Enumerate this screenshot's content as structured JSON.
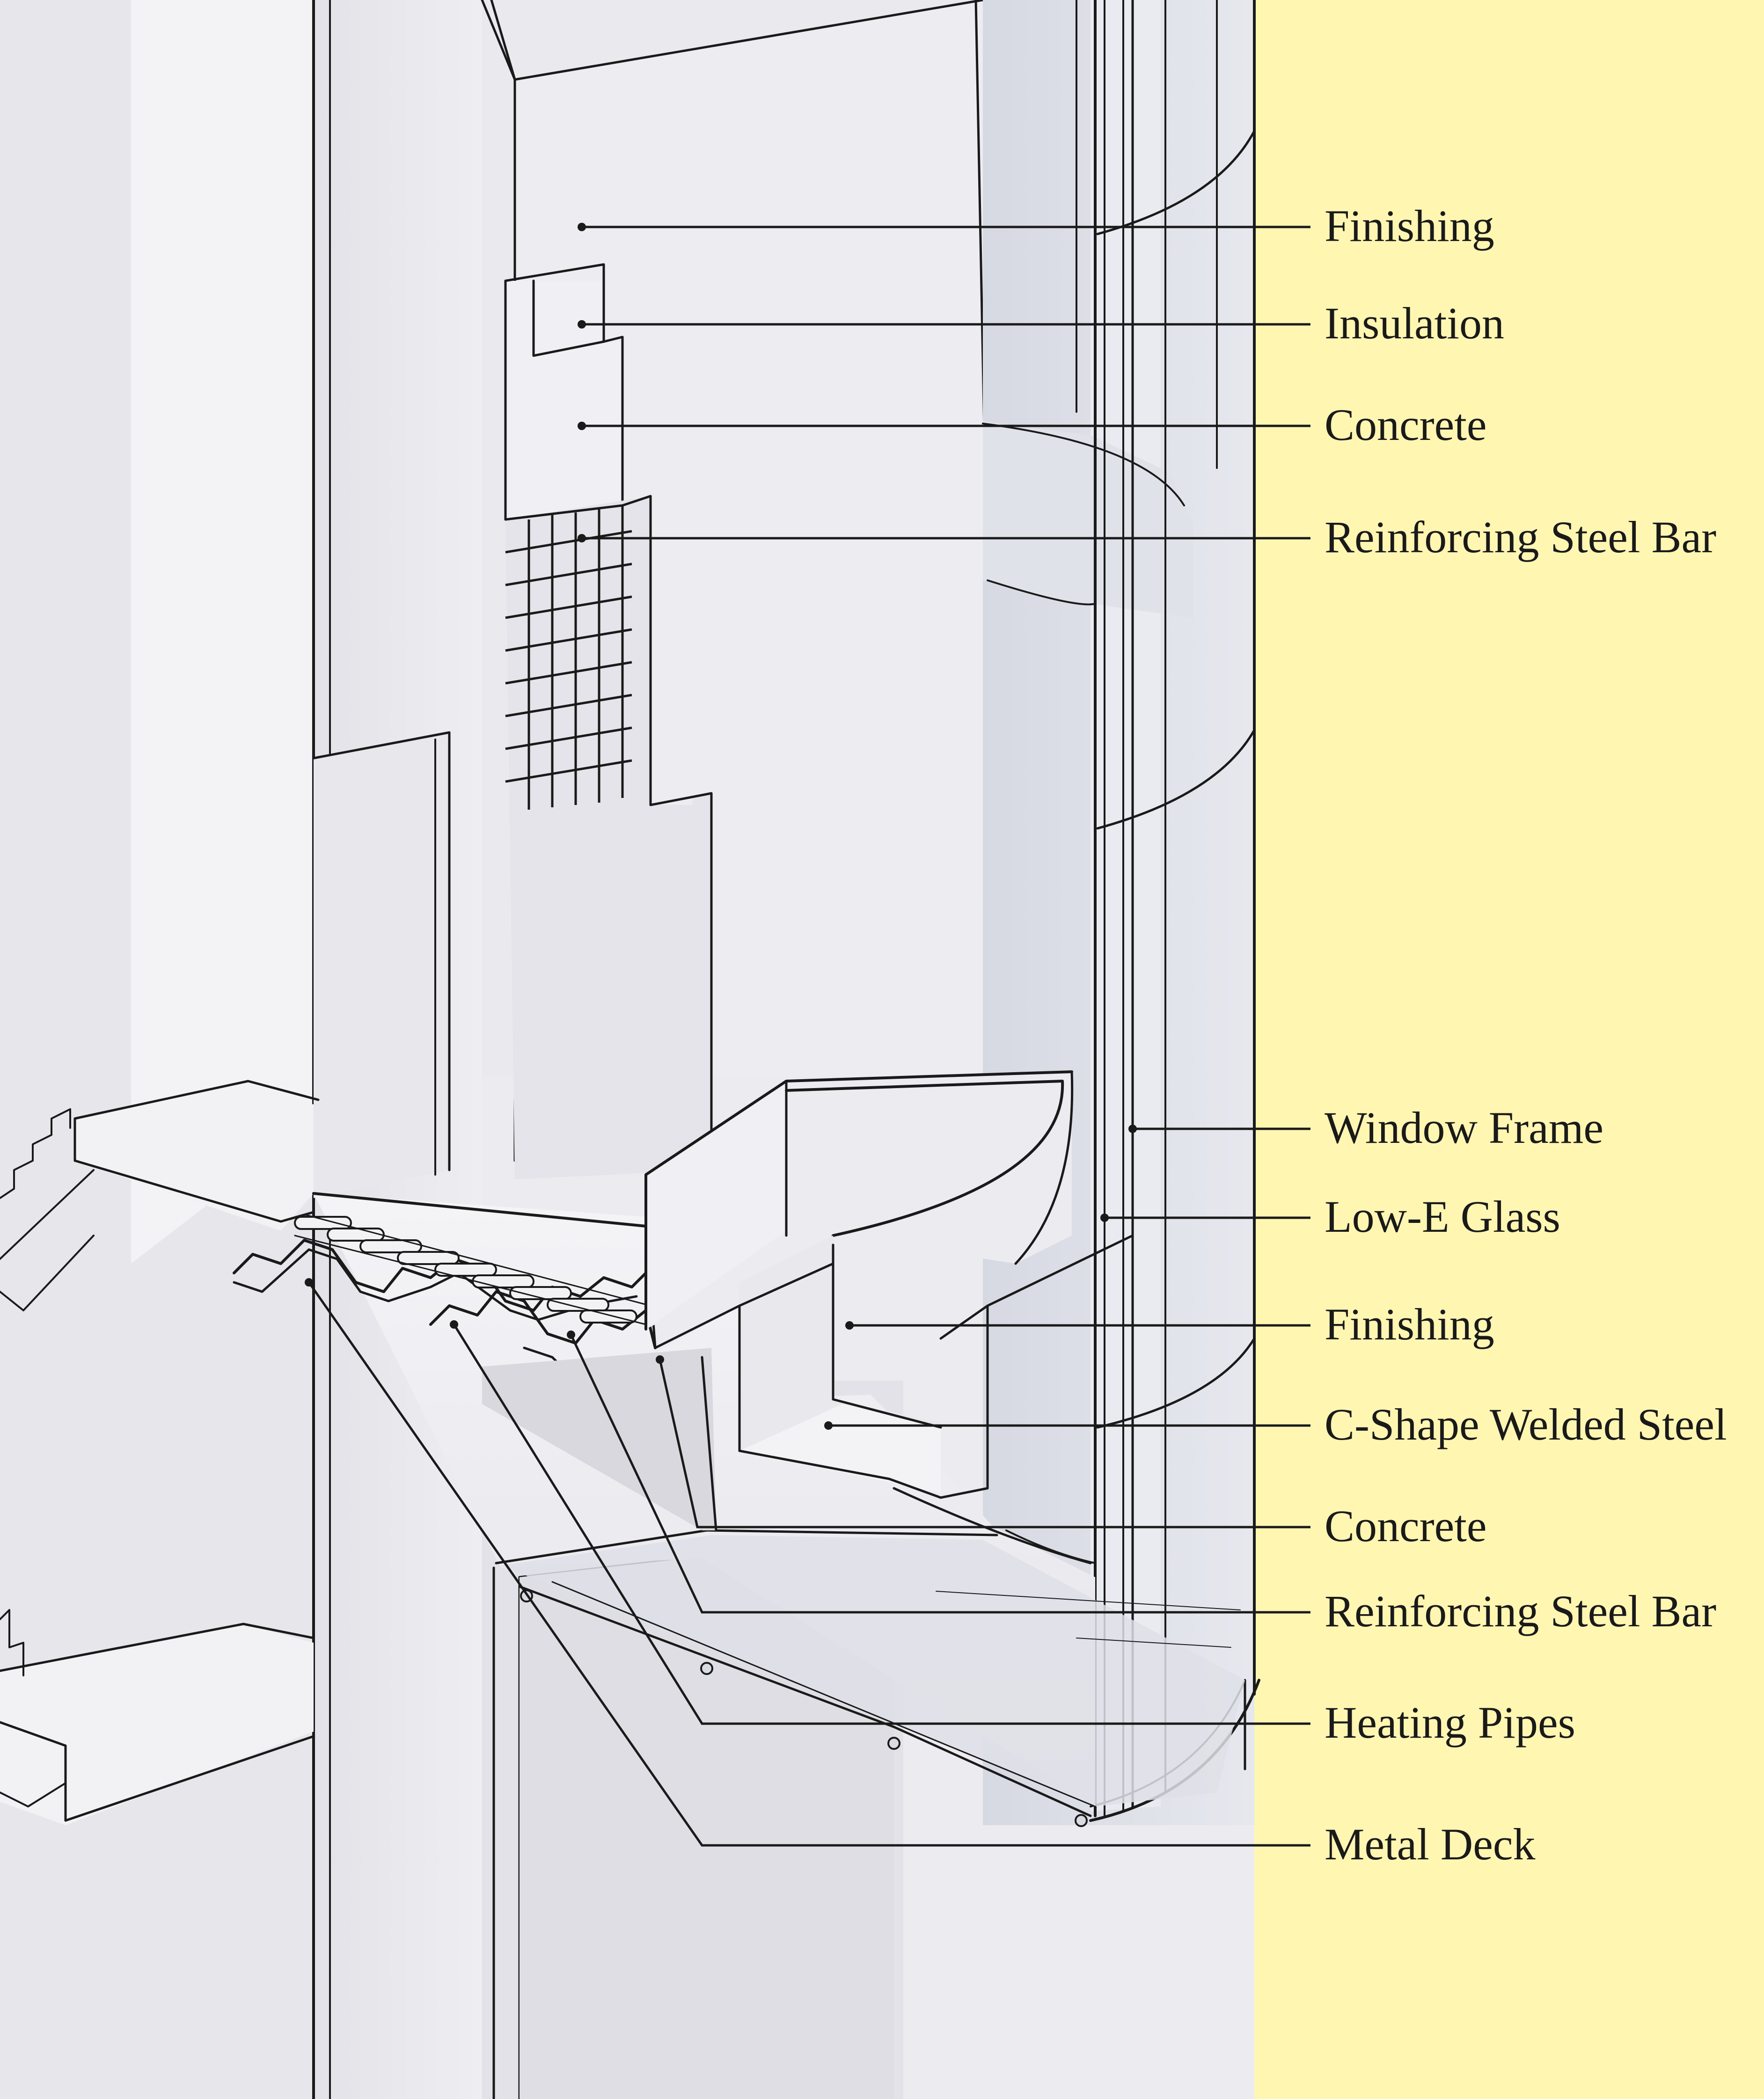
{
  "diagram": {
    "title": "Wall and floor slab construction section",
    "colors": {
      "background": "#fff6b2",
      "wall": "#e8e8ed",
      "wall_light": "#f2f2f5",
      "wall_dark": "#d4d4da",
      "glass": "#dcdfe6",
      "line": "#1a1a1a"
    },
    "labels": {
      "wall_finishing": "Finishing",
      "wall_insulation": "Insulation",
      "wall_concrete": "Concrete",
      "wall_rebar": "Reinforcing Steel Bar",
      "window_frame": "Window Frame",
      "low_e_glass": "Low-E Glass",
      "floor_finishing": "Finishing",
      "c_shape_steel": "C-Shape Welded Steel",
      "floor_concrete": "Concrete",
      "floor_rebar": "Reinforcing Steel Bar",
      "heating_pipes": "Heating Pipes",
      "metal_deck": "Metal Deck"
    }
  }
}
